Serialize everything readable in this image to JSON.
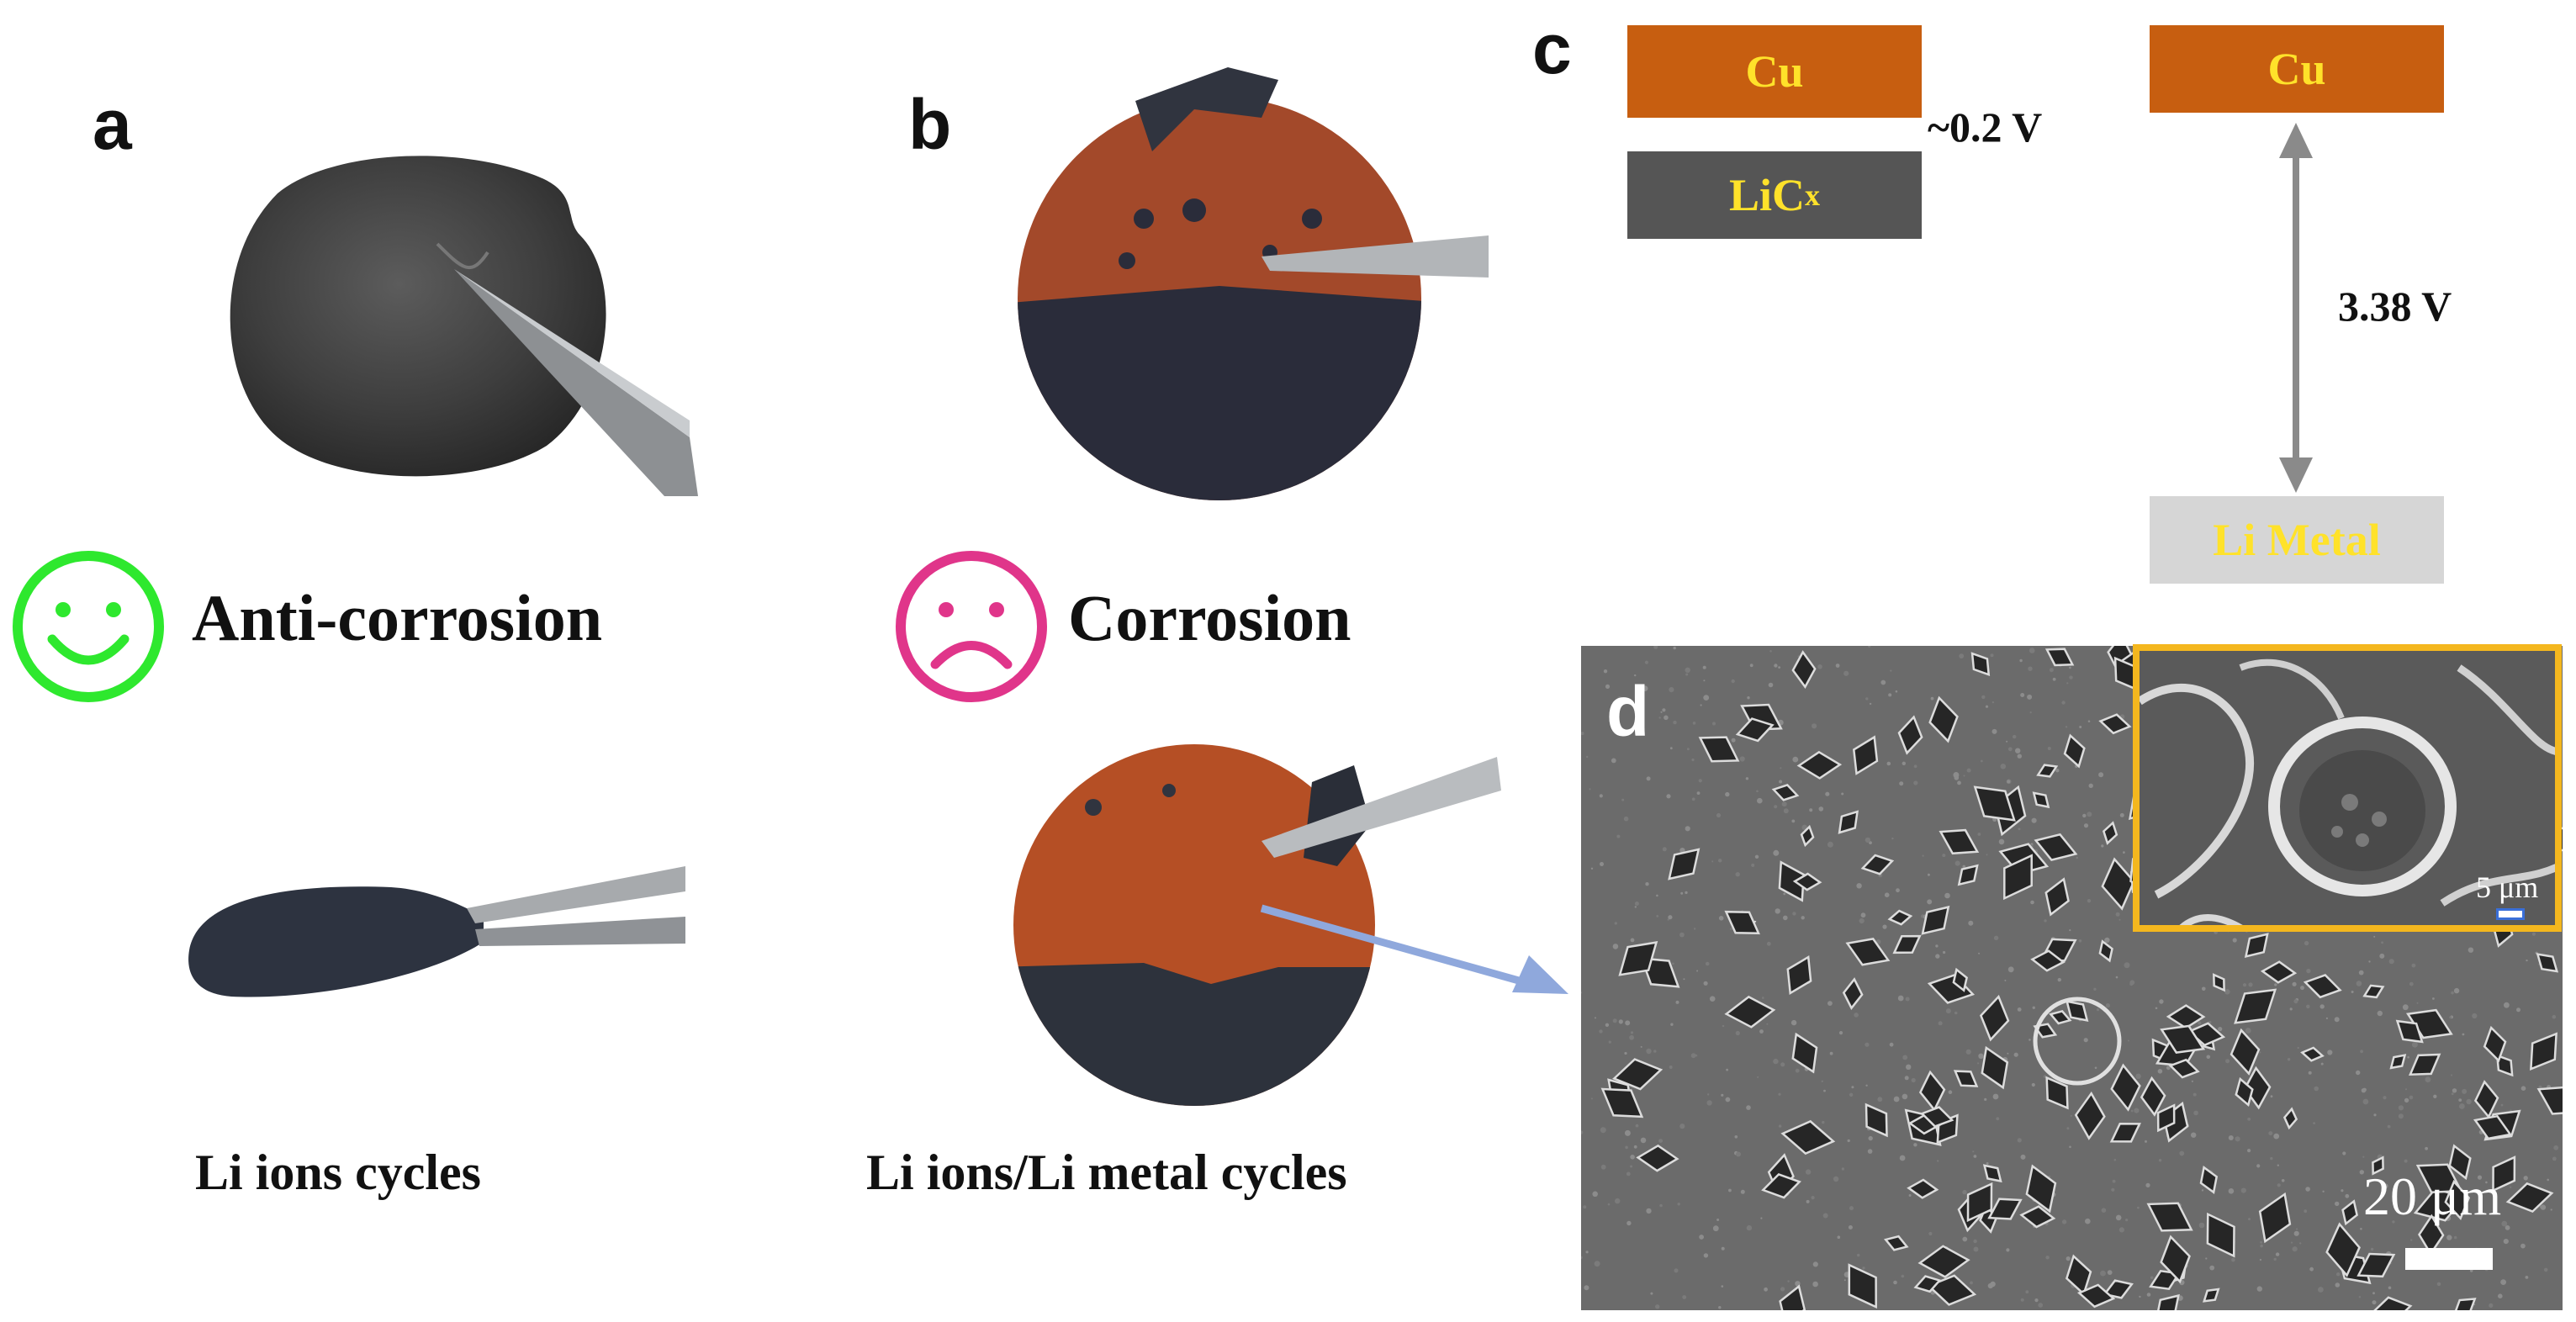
{
  "panels": {
    "a": {
      "letter": "a",
      "status_label": "Anti-corrosion",
      "cycle_caption": "Li ions cycles",
      "face": "smiley-icon",
      "face_color": "#2ee82e"
    },
    "b": {
      "letter": "b",
      "status_label": "Corrosion",
      "cycle_caption": "Li ions/Li metal cycles",
      "face": "frown-icon",
      "face_color": "#e0358a"
    },
    "c": {
      "letter": "c",
      "left": {
        "top_label": "Cu",
        "bottom_label": "LiC",
        "bottom_subscript": "x",
        "gap_label": "~0.2 V"
      },
      "right": {
        "top_label": "Cu",
        "bottom_label": "Li Metal",
        "gap_label": "3.38 V"
      },
      "colors": {
        "cu": "#c75e10",
        "licx": "#555555",
        "li_metal": "#d6d6d6",
        "label_text": "#ffe22a",
        "arrow": "#8a8a8a"
      }
    },
    "d": {
      "letter": "d",
      "scale_main": "20 μm",
      "scale_inset": "5 μm",
      "inset_border": "#f4b71e"
    }
  },
  "arrow_color": "#8fa8dc"
}
